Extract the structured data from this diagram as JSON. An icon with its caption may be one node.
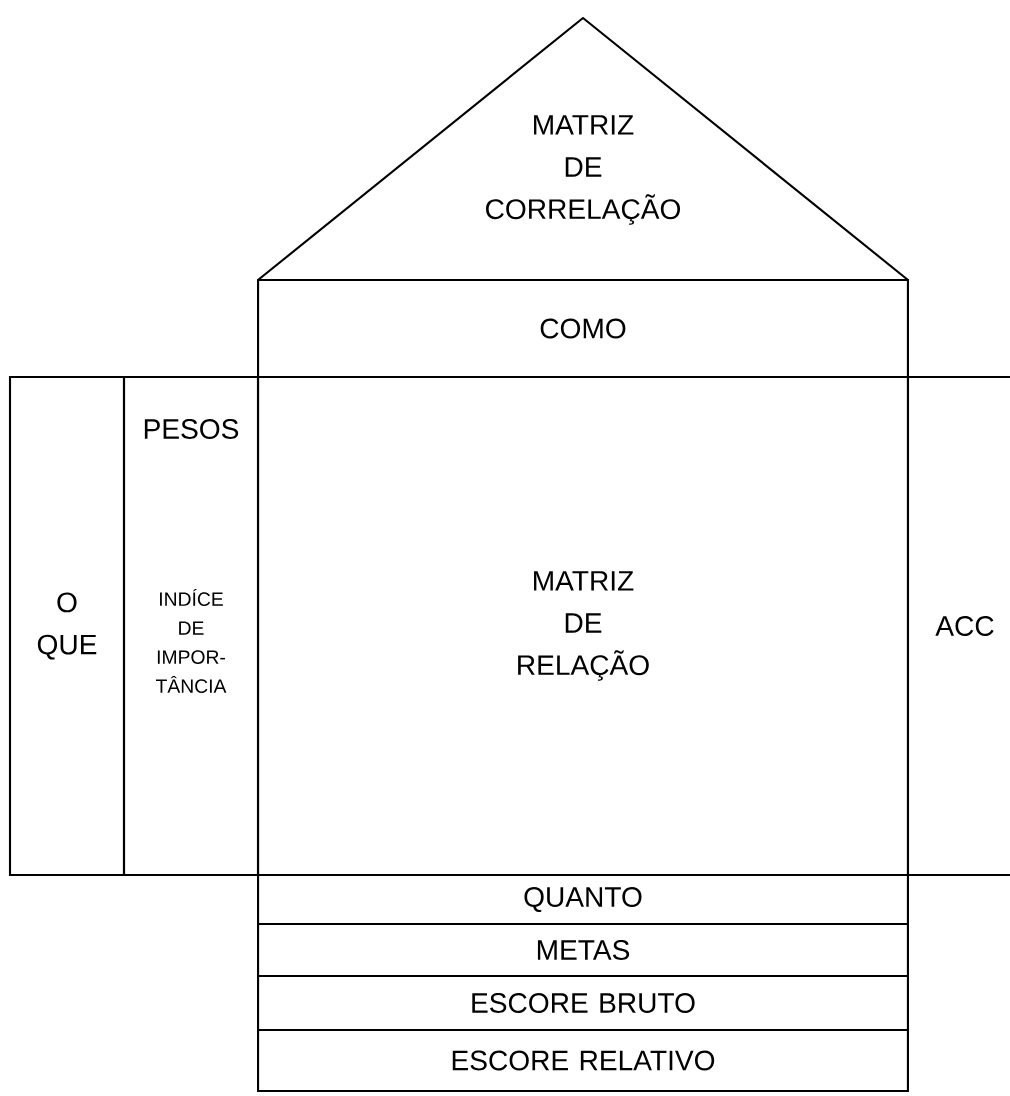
{
  "diagram": {
    "nodes": [
      {
        "text": [
          "MATRIZ DE CORRELAÇÃO"
        ]
      },
      {
        "text": [
          "COMO"
        ]
      },
      {
        "text": [
          "O QUE"
        ]
      },
      {
        "text": [
          "PESOS",
          "INDÍCE DE IMPOR- TÂNCIA"
        ]
      },
      {
        "text": [
          "MATRIZ DE RELAÇÃO"
        ]
      },
      {
        "text": [
          "ACC"
        ]
      },
      {
        "text": [
          "QUANTO"
        ]
      },
      {
        "text": [
          "METAS"
        ]
      },
      {
        "text": [
          "ESCORE BRUTO"
        ]
      },
      {
        "text": [
          "ESCORE RELATIVO"
        ]
      }
    ]
  }
}
